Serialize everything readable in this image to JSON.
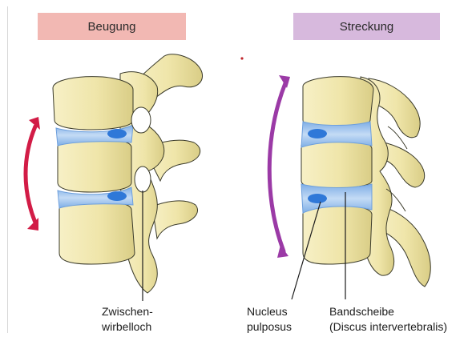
{
  "labels": {
    "beugung": {
      "text": "Beugung",
      "color": "#f2b8b3"
    },
    "streckung": {
      "text": "Streckung",
      "color": "#d7b9dd"
    }
  },
  "captions": {
    "zwischenwirbelloch": {
      "line1": "Zwischen-",
      "line2": "wirbelloch"
    },
    "nucleus": {
      "line1": "Nucleus",
      "line2": "pulposus"
    },
    "bandscheibe": {
      "line1": "Bandscheibe",
      "line2": "(Discus intervertebralis)"
    }
  },
  "colors": {
    "bone": "#f1e8b0",
    "bone_shadow": "#d9cd86",
    "bone_outline": "#3a3a2a",
    "disc": "#a9c9ee",
    "disc_edge": "#6d9fdc",
    "nucleus": "#2f78d8",
    "arrow_flexion": "#d21c46",
    "arrow_extension": "#9b3aa6"
  },
  "icons": {
    "flexion_arrow": "double-headed-curved-arrow",
    "extension_arrow": "double-headed-curved-arrow"
  }
}
